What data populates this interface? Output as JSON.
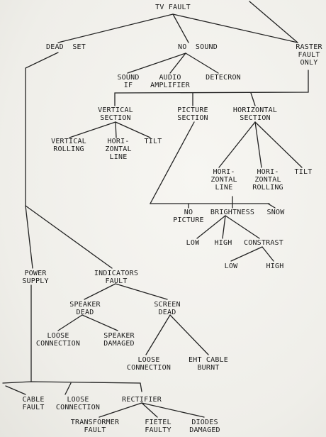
{
  "title": "TV FAULT",
  "nodes": {
    "dead_set": "DEAD  SET",
    "no_sound": "NO  SOUND",
    "raster_fault_only": "RASTER\nFAULT\nONLY",
    "sound_if": "SOUND\nIF",
    "audio_amplifier": "AUDIO\nAMPLIFIER",
    "detecron": "DETECRON",
    "vertical_section": "VERTICAL\nSECTION",
    "picture_section": "PICTURE\nSECTION",
    "horizontal_section": "HORIZONTAL\nSECTION",
    "vertical_rolling": "VERTICAL\nROLLING",
    "hori_zontal_line_v": "HORI-\nZONTAL\nLINE",
    "tilt_v": "TILT",
    "hori_zontal_line_h": "HORI-\nZONTAL\nLINE",
    "hori_zontal_rolling": "HORI-\nZONTAL\nROLLING",
    "tilt_h": "TILT",
    "no_picture": "NO\nPICTURE",
    "brightness": "BRIGHTNESS",
    "snow": "SNOW",
    "low_b": "LOW",
    "high_b": "HIGH",
    "constrast": "CONSTRAST",
    "low_c": "LOW",
    "high_c": "HIGH",
    "power_supply": "POWER\nSUPPLY",
    "indicators_fault": "INDICATORS\nFAULT",
    "speaker_dead": "SPEAKER\nDEAD",
    "screen_dead": "SCREEN\nDEAD",
    "loose_connection_s": "LOOSE\nCONNECTION",
    "speaker_damaged": "SPEAKER\nDAMAGED",
    "loose_connection_sc": "LOOSE\nCONNECTION",
    "eht_cable_burnt": "EHT CABLE\nBURNT",
    "cable_fault": "CABLE\nFAULT",
    "loose_connection_p": "LOOSE\nCONNECTION",
    "rectifier": "RECTIFIER",
    "transformer_fault": "TRANSFORMER\nFAULT",
    "fietel_faulty": "FIETEL\nFAULTY",
    "diodes_damaged": "DIODES\nDAMAGED"
  }
}
